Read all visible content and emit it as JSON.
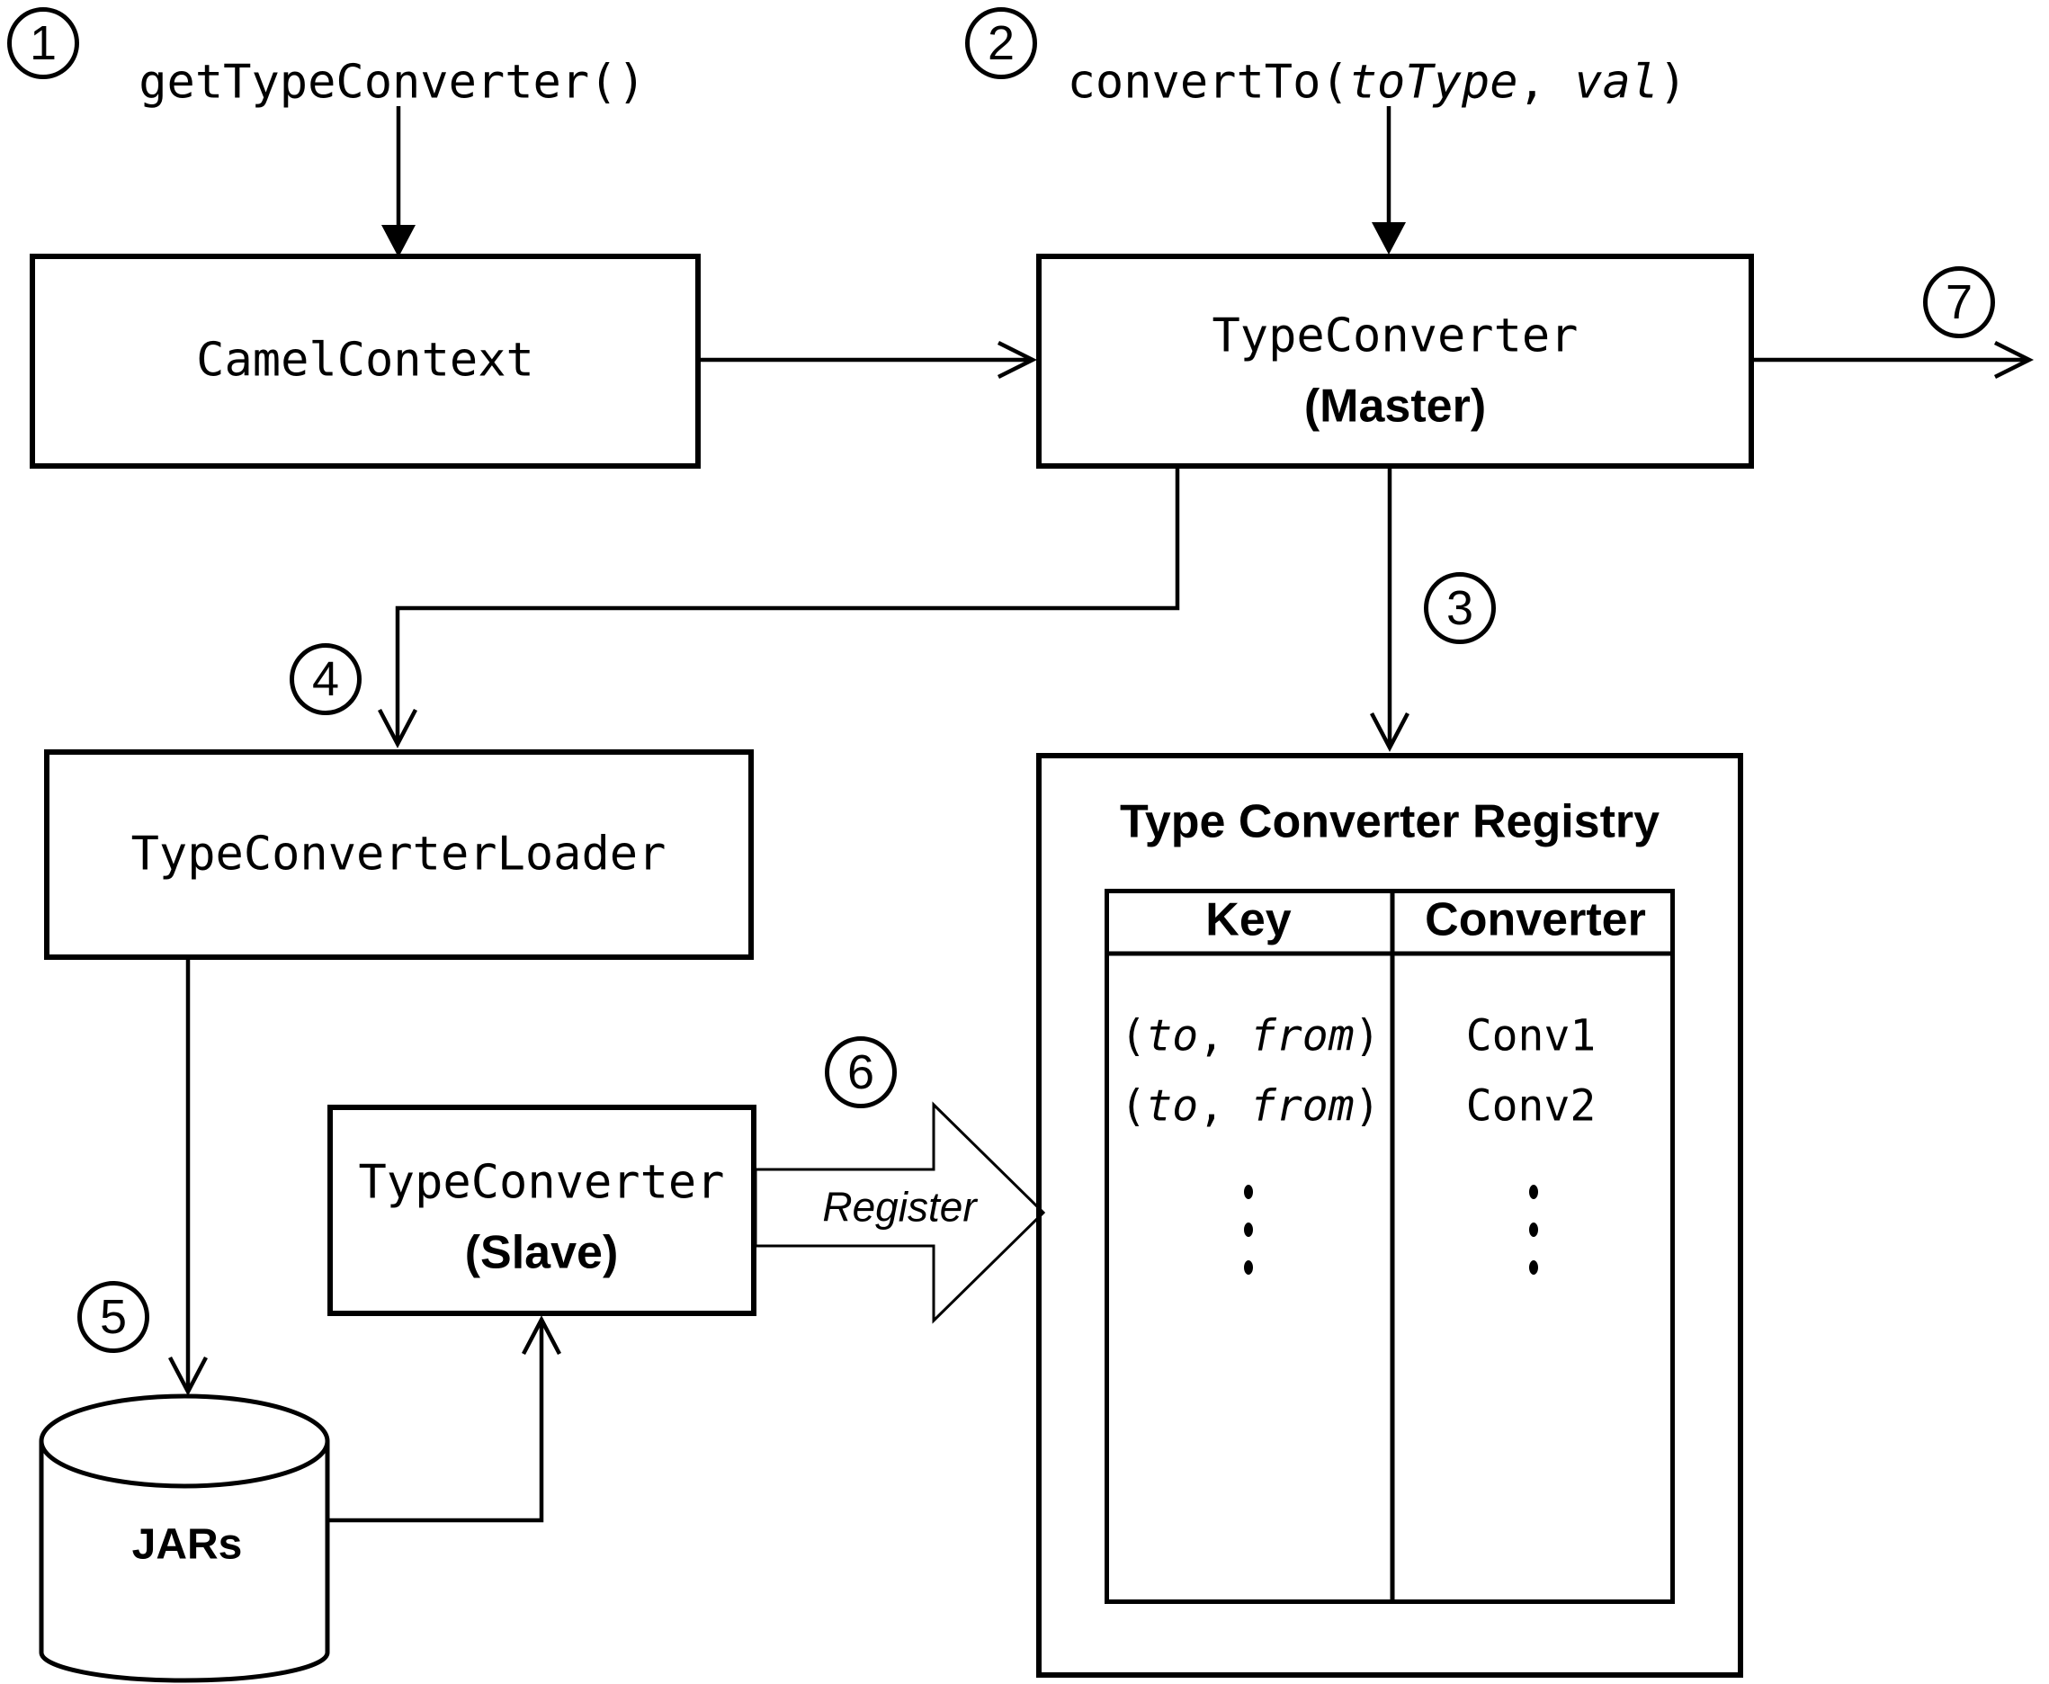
{
  "diagram": {
    "background_color": "#ffffff",
    "line_color": "#000000"
  },
  "steps": {
    "s1": "1",
    "s2": "2",
    "s3": "3",
    "s4": "4",
    "s5": "5",
    "s6": "6",
    "s7": "7"
  },
  "calls": {
    "get_type_converter": "getTypeConverter()",
    "convert_to_segments": [
      {
        "text": "convertTo(",
        "italic": false
      },
      {
        "text": "toType",
        "italic": true
      },
      {
        "text": ", ",
        "italic": false
      },
      {
        "text": "val",
        "italic": true
      },
      {
        "text": ")",
        "italic": false
      }
    ]
  },
  "boxes": {
    "camel_context": {
      "label": "CamelContext"
    },
    "type_converter_master": {
      "title": "TypeConverter",
      "subtitle": "(Master)"
    },
    "type_converter_loader": {
      "label": "TypeConverterLoader"
    },
    "type_converter_slave": {
      "title": "TypeConverter",
      "subtitle": "(Slave)"
    },
    "jars": {
      "label": "JARs"
    }
  },
  "registry": {
    "title": "Type Converter Registry",
    "headers": {
      "key": "Key",
      "converter": "Converter"
    },
    "rows": [
      {
        "key_segments": [
          {
            "text": "(",
            "italic": false
          },
          {
            "text": "to",
            "italic": true
          },
          {
            "text": ", ",
            "italic": false
          },
          {
            "text": "from",
            "italic": true
          },
          {
            "text": ")",
            "italic": false
          }
        ],
        "converter": "Conv1"
      },
      {
        "key_segments": [
          {
            "text": "(",
            "italic": false
          },
          {
            "text": "to",
            "italic": true
          },
          {
            "text": ", ",
            "italic": false
          },
          {
            "text": "from",
            "italic": true
          },
          {
            "text": ")",
            "italic": false
          }
        ],
        "converter": "Conv2"
      }
    ],
    "ellipsis_icon": "vertical-dots"
  },
  "register_arrow": {
    "label": "Register"
  }
}
